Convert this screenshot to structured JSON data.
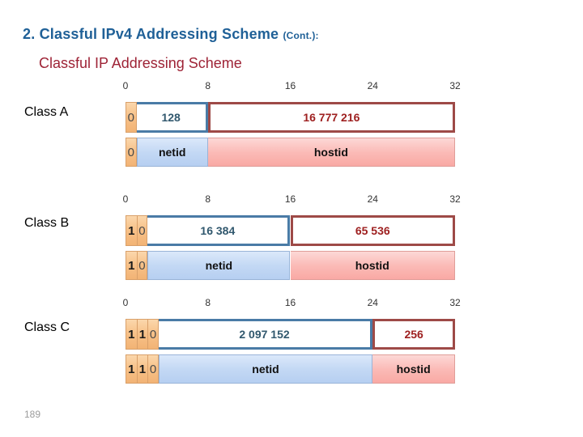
{
  "slide": {
    "title_main": "2. Classful IPv4 Addressing Scheme",
    "title_cont": "(Cont.):",
    "subtitle": "Classful IP Addressing Scheme",
    "page_number": "189",
    "colors": {
      "title_blue": "#1f6097",
      "subtitle_red": "#9e2336",
      "netid_number": "#31586e",
      "hostid_number": "#9e2020",
      "netid_bar": "#c3d8f4",
      "hostid_bar": "#fbbab6",
      "bit_cell": "#f7c188"
    }
  },
  "diagram": {
    "axis_ticks": [
      "0",
      "8",
      "16",
      "24",
      "32"
    ],
    "classes": [
      {
        "label": "Class A",
        "bits": [
          "0"
        ],
        "netid_count": "128",
        "hostid_count": "16 777 216",
        "netid_label": "netid",
        "hostid_label": "hostid",
        "split_bit": 8
      },
      {
        "label": "Class B",
        "bits": [
          "1",
          "0"
        ],
        "netid_count": "16 384",
        "hostid_count": "65 536",
        "netid_label": "netid",
        "hostid_label": "hostid",
        "split_bit": 16
      },
      {
        "label": "Class C",
        "bits": [
          "1",
          "1",
          "0"
        ],
        "netid_count": "2 097 152",
        "hostid_count": "256",
        "netid_label": "netid",
        "hostid_label": "hostid",
        "split_bit": 24
      }
    ]
  }
}
